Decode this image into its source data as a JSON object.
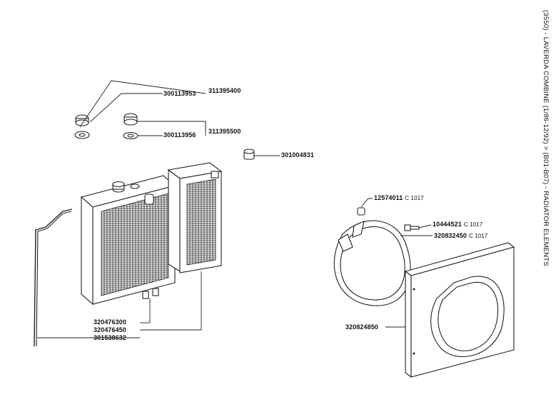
{
  "diagram": {
    "title": "(3550) - LAVERDA COMBINE (1/86-12/92) > (B01-B07) - RADIATOR ELEMENTS",
    "part_labels": [
      {
        "number": "300113953",
        "ref": ""
      },
      {
        "number": "311395400",
        "ref": ""
      },
      {
        "number": "300113956",
        "ref": ""
      },
      {
        "number": "311395500",
        "ref": ""
      },
      {
        "number": "301004831",
        "ref": ""
      },
      {
        "number": "12574011",
        "ref": "C 1017"
      },
      {
        "number": "10444521",
        "ref": "C 1017"
      },
      {
        "number": "320832450",
        "ref": "C 1017"
      },
      {
        "number": "320476300",
        "ref": ""
      },
      {
        "number": "320476450",
        "ref": ""
      },
      {
        "number": "301538632",
        "ref": ""
      },
      {
        "number": "320824850",
        "ref": ""
      }
    ]
  }
}
